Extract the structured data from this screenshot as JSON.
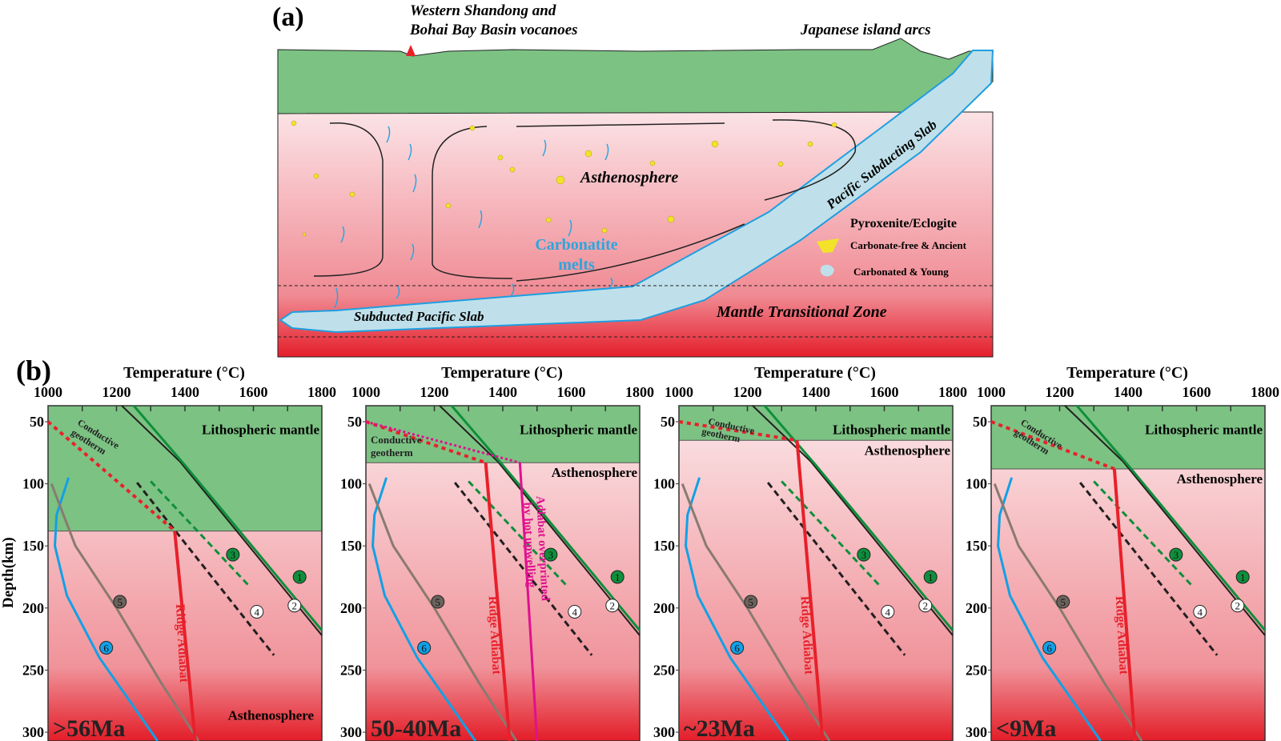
{
  "part_a": {
    "label": "(a)",
    "volcano_label_1": "Western Shandong and",
    "volcano_label_2": "Bohai Bay Basin  vocanoes",
    "arc_label": "Japanese island arcs",
    "asthenosphere": "Asthenosphere",
    "carbonatite_1": "Carbonatite",
    "carbonatite_2": "melts",
    "subducting_slab": "Pacific Subducting Slab",
    "subducted_slab": "Subducted Pacific Slab",
    "mtz": "Mantle Transitional Zone",
    "legend_title": "Pyroxenite/Eclogite",
    "legend_1": "Carbonate-free & Ancient",
    "legend_2": "Carbonated & Young",
    "colors": {
      "lithosphere": "#7cc283",
      "slab": "#bfe0ea",
      "slab_edge": "#1e9ee0",
      "melt": "#2aa6e0",
      "pyroxenite": "#f2e32a"
    }
  },
  "part_b": {
    "label": "(b)",
    "x_axis_title": "Temperature (°C)",
    "y_axis_title": "Depth(km)",
    "x_ticks": [
      "1000",
      "1200",
      "1400",
      "1600",
      "1800"
    ],
    "y_ticks": [
      "50",
      "100",
      "150",
      "200",
      "250",
      "300"
    ],
    "litho_label": "Lithospheric mantle",
    "astheno_label": "Asthenosphere",
    "conductive_1": "Conductive",
    "conductive_2": "geotherm",
    "ridge_label": "Ridge Adiabat",
    "hot_label_1": "Adiabat overprinted",
    "hot_label_2": "by hot upwelling",
    "curve_markers": [
      "1",
      "2",
      "3",
      "4",
      "5",
      "6"
    ],
    "panels": [
      {
        "age": ">56Ma",
        "litho_base_km": 138,
        "ridge": [
          [
            1370,
            138
          ],
          [
            1430,
            307
          ]
        ]
      },
      {
        "age": "50-40Ma",
        "litho_base_km": 83,
        "ridge": [
          [
            1350,
            83
          ],
          [
            1420,
            307
          ]
        ],
        "hot": [
          [
            1450,
            83
          ],
          [
            1500,
            307
          ]
        ]
      },
      {
        "age": "~23Ma",
        "litho_base_km": 65,
        "ridge": [
          [
            1345,
            65
          ],
          [
            1420,
            307
          ]
        ]
      },
      {
        "age": "<9Ma",
        "litho_base_km": 88,
        "ridge": [
          [
            1360,
            88
          ],
          [
            1420,
            307
          ]
        ]
      }
    ],
    "curves": {
      "c1": [
        [
          1250,
          37
        ],
        [
          1400,
          85
        ],
        [
          1800,
          218
        ]
      ],
      "c2": [
        [
          1215,
          37
        ],
        [
          1385,
          82
        ],
        [
          1800,
          222
        ]
      ],
      "c3": [
        [
          1300,
          98
        ],
        [
          1590,
          183
        ]
      ],
      "c4": [
        [
          1260,
          99
        ],
        [
          1660,
          238
        ]
      ],
      "c5": [
        [
          1010,
          100
        ],
        [
          1080,
          150
        ],
        [
          1200,
          200
        ],
        [
          1330,
          260
        ],
        [
          1440,
          307
        ]
      ],
      "c6": [
        [
          1060,
          95
        ],
        [
          1025,
          125
        ],
        [
          1020,
          150
        ],
        [
          1055,
          190
        ],
        [
          1150,
          240
        ],
        [
          1320,
          307
        ]
      ]
    },
    "marker_positions": [
      [
        1735,
        175
      ],
      [
        1720,
        198
      ],
      [
        1540,
        157
      ],
      [
        1610,
        203
      ],
      [
        1210,
        195
      ],
      [
        1170,
        232
      ]
    ],
    "colors": {
      "green": "#0f8f3c",
      "black": "#231f20",
      "gray": "#8a7a70",
      "blue": "#12a0e6",
      "red": "#e8202a",
      "magenta": "#e0108f"
    }
  }
}
